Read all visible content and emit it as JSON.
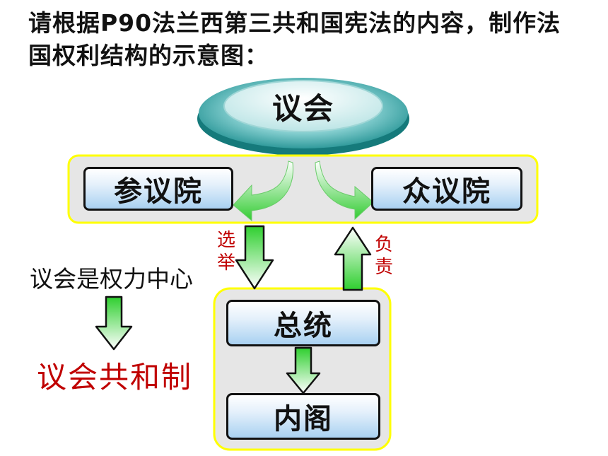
{
  "title": "请根据P90法兰西第三共和国宪法的内容，制作法国权利结构的示意图：",
  "nodes": {
    "parliament": "议会",
    "senate": "参议院",
    "chamber": "众议院",
    "president": "总统",
    "cabinet": "内阁"
  },
  "relations": {
    "elect": "选举",
    "responsible": "负责"
  },
  "notes": {
    "center": "议会是权力中心",
    "conclusion": "议会共和制"
  },
  "colors": {
    "panel_border": "#ffff00",
    "panel_fill": "#e6e6e6",
    "accent_red": "#c00000",
    "arrow_green": "#44dd44",
    "ellipse_teal": "#2aa9a9"
  }
}
